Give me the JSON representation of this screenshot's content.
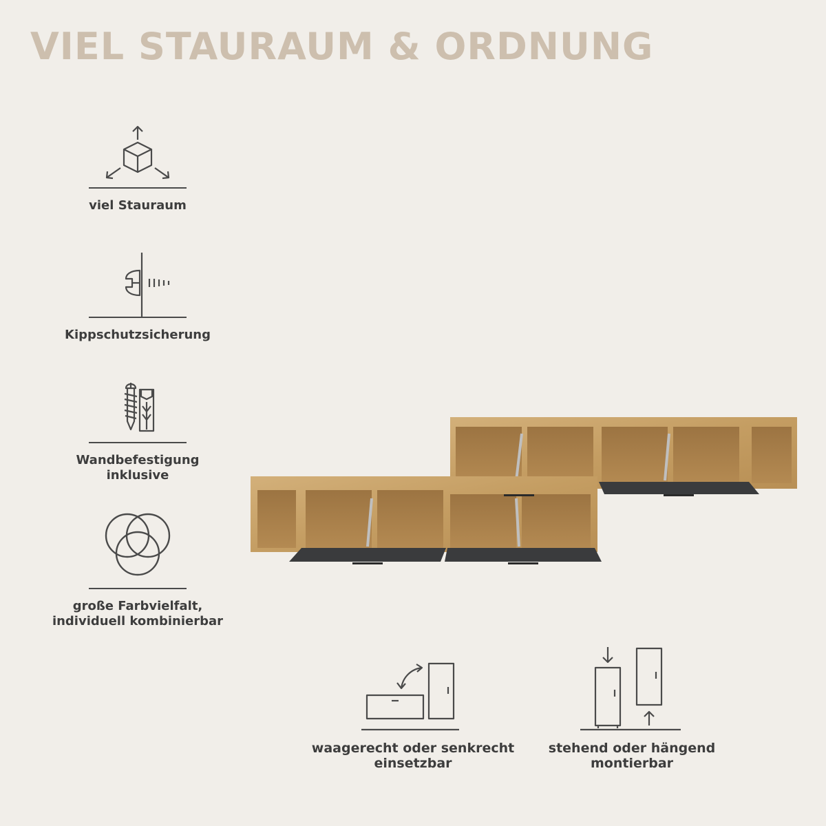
{
  "title": "VIEL STAURAUM & ORDNUNG",
  "features": [
    {
      "label": "viel Stauraum",
      "icon": "box-expand-icon"
    },
    {
      "label": "Kippschutzsicherung",
      "icon": "tip-over-screw-icon"
    },
    {
      "label": "Wandbefestigung\ninklusive",
      "icon": "screw-dowel-icon"
    },
    {
      "label": "große Farbvielfalt,\nindividuell kombinierbar",
      "icon": "color-circles-icon"
    }
  ],
  "bottom_features": [
    {
      "label": "waagerecht oder senkrecht\neinsetzbar",
      "icon": "horizontal-vertical-icon"
    },
    {
      "label": "stehend oder hängend\nmontierbar",
      "icon": "standing-hanging-icon"
    }
  ],
  "colors": {
    "background": "#f1eee9",
    "title": "#cdbfae",
    "text": "#3d3d3d",
    "oak": "#c9a56c",
    "anthracite": "#3a3b3d"
  }
}
